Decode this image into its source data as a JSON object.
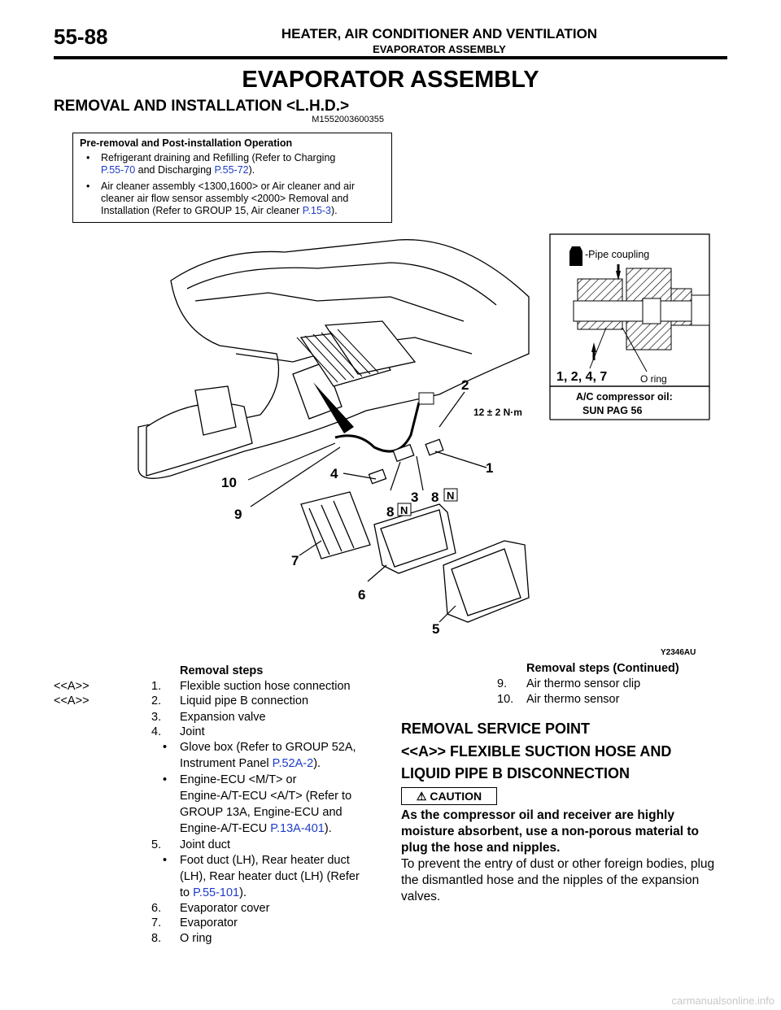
{
  "header": {
    "page_number": "55-88",
    "title": "HEATER, AIR CONDITIONER AND VENTILATION",
    "subtitle": "EVAPORATOR ASSEMBLY"
  },
  "main_title": "EVAPORATOR ASSEMBLY",
  "section_title": "REMOVAL AND INSTALLATION <L.H.D.>",
  "section_code": "M1552003600355",
  "pre_op": {
    "title": "Pre-removal and Post-installation Operation",
    "bullet": "•",
    "b1_text": "Refrigerant draining and Refilling (Refer to Charging",
    "b1_link1": "P.55-70",
    "b1_mid": " and Discharging ",
    "b1_link2": "P.55-72",
    "b1_end": ").",
    "b2_text": "Air cleaner assembly <1300,1600> or Air cleaner and air cleaner air flow sensor assembly <2000> Removal and Installation (Refer to GROUP 15, Air cleaner ",
    "b2_link": "P.15-3",
    "b2_end": ")."
  },
  "diagram": {
    "inset_title": "-Pipe coupling",
    "inset_label": "1, 2, 4, 7",
    "inset_oring": "O ring",
    "oil_title": "A/C compressor oil:",
    "oil_value": "SUN PAG 56",
    "torque": "12 ± 2 N·m",
    "callouts": [
      "1",
      "2",
      "3",
      "4",
      "5",
      "6",
      "7",
      "8",
      "8",
      "9",
      "10"
    ],
    "n_badge": "N",
    "figure_code": "Y2346AU"
  },
  "removal_steps": {
    "title": "Removal steps",
    "items": [
      {
        "ref": "<<A>>",
        "num": "1.",
        "text": "Flexible suction hose connection"
      },
      {
        "ref": "<<A>>",
        "num": "2.",
        "text": "Liquid pipe B connection"
      },
      {
        "ref": "",
        "num": "3.",
        "text": "Expansion valve"
      },
      {
        "ref": "",
        "num": "4.",
        "text": "Joint"
      }
    ],
    "sub1_a": "Glove box (Refer to GROUP 52A,",
    "sub1_b": "Instrument Panel ",
    "sub1_link": "P.52A-2",
    "sub1_end": ").",
    "sub2_a": "Engine-ECU <M/T> or",
    "sub2_b": "Engine-A/T-ECU <A/T> (Refer to",
    "sub2_c": "GROUP 13A, Engine-ECU and",
    "sub2_d": "Engine-A/T-ECU ",
    "sub2_link": "P.13A-401",
    "sub2_end": ").",
    "item5_num": "5.",
    "item5_text": "Joint duct",
    "sub3_a": "Foot duct (LH), Rear heater duct",
    "sub3_b": "(LH), Rear heater duct (LH) (Refer",
    "sub3_c": "to ",
    "sub3_link": "P.55-101",
    "sub3_end": ").",
    "items2": [
      {
        "num": "6.",
        "text": "Evaporator cover"
      },
      {
        "num": "7.",
        "text": "Evaporator"
      },
      {
        "num": "8.",
        "text": "O ring"
      }
    ],
    "bullet": "•"
  },
  "removal_steps_cont": {
    "title": "Removal steps (Continued)",
    "items": [
      {
        "num": "9.",
        "text": "Air thermo sensor clip"
      },
      {
        "num": "10.",
        "text": "Air thermo sensor"
      }
    ]
  },
  "service": {
    "title": "REMOVAL SERVICE POINT",
    "subtitle_line1": "<<A>> FLEXIBLE SUCTION HOSE AND",
    "subtitle_line2": "LIQUID PIPE B DISCONNECTION",
    "caution_label": "CAUTION",
    "caution_text": "As the compressor oil and receiver are highly moisture absorbent, use a non-porous material to plug the hose and nipples.",
    "body_text": "To prevent the entry of dust or other foreign bodies, plug the dismantled hose and the nipples of the expansion valves."
  },
  "watermark": "carmanualsonline.info"
}
